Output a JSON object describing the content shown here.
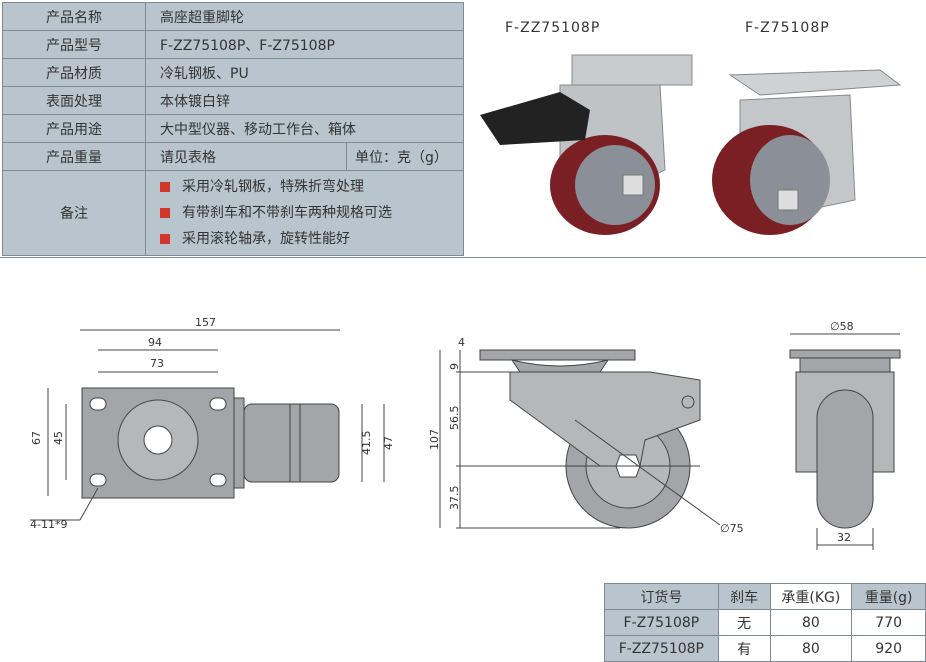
{
  "spec": {
    "rows": [
      {
        "label": "产品名称",
        "value": "高座超重脚轮"
      },
      {
        "label": "产品型号",
        "value": "F-ZZ75108P、F-Z75108P"
      },
      {
        "label": "产品材质",
        "value": "冷轧钢板、PU"
      },
      {
        "label": "表面处理",
        "value": "本体镀白锌"
      },
      {
        "label": "产品用途",
        "value": "大中型仪器、移动工作台、箱体"
      },
      {
        "label": "产品重量",
        "value": "请见表格",
        "unit": "单位：克（g）"
      }
    ],
    "notes_label": "备注",
    "notes": [
      "采用冷轧钢板，特殊折弯处理",
      "有带刹车和不带刹车两种规格可选",
      "采用滚轮轴承，旋转性能好"
    ]
  },
  "photos": {
    "left_caption": "F-ZZ75108P",
    "right_caption": "F-Z75108P"
  },
  "drawing": {
    "top": {
      "d157": "157",
      "d94": "94",
      "d73": "73",
      "d67": "67",
      "d45": "45",
      "d41": "41.5",
      "d47": "47",
      "holes": "4-11*9"
    },
    "side": {
      "d4": "4",
      "d9": "9",
      "d56": "56.5",
      "d107": "107",
      "d37": "37.5",
      "dia": "∅75"
    },
    "front": {
      "dia": "∅58",
      "w": "32"
    }
  },
  "order_table": {
    "headers": [
      "订货号",
      "刹车",
      "承重(KG)",
      "重量(g)"
    ],
    "rows": [
      [
        "F-Z75108P",
        "无",
        "80",
        "770"
      ],
      [
        "F-ZZ75108P",
        "有",
        "80",
        "920"
      ]
    ]
  },
  "colors": {
    "cell": "#b9c5cd",
    "bullet": "#d2352b",
    "wheel": "#7a1f24"
  }
}
